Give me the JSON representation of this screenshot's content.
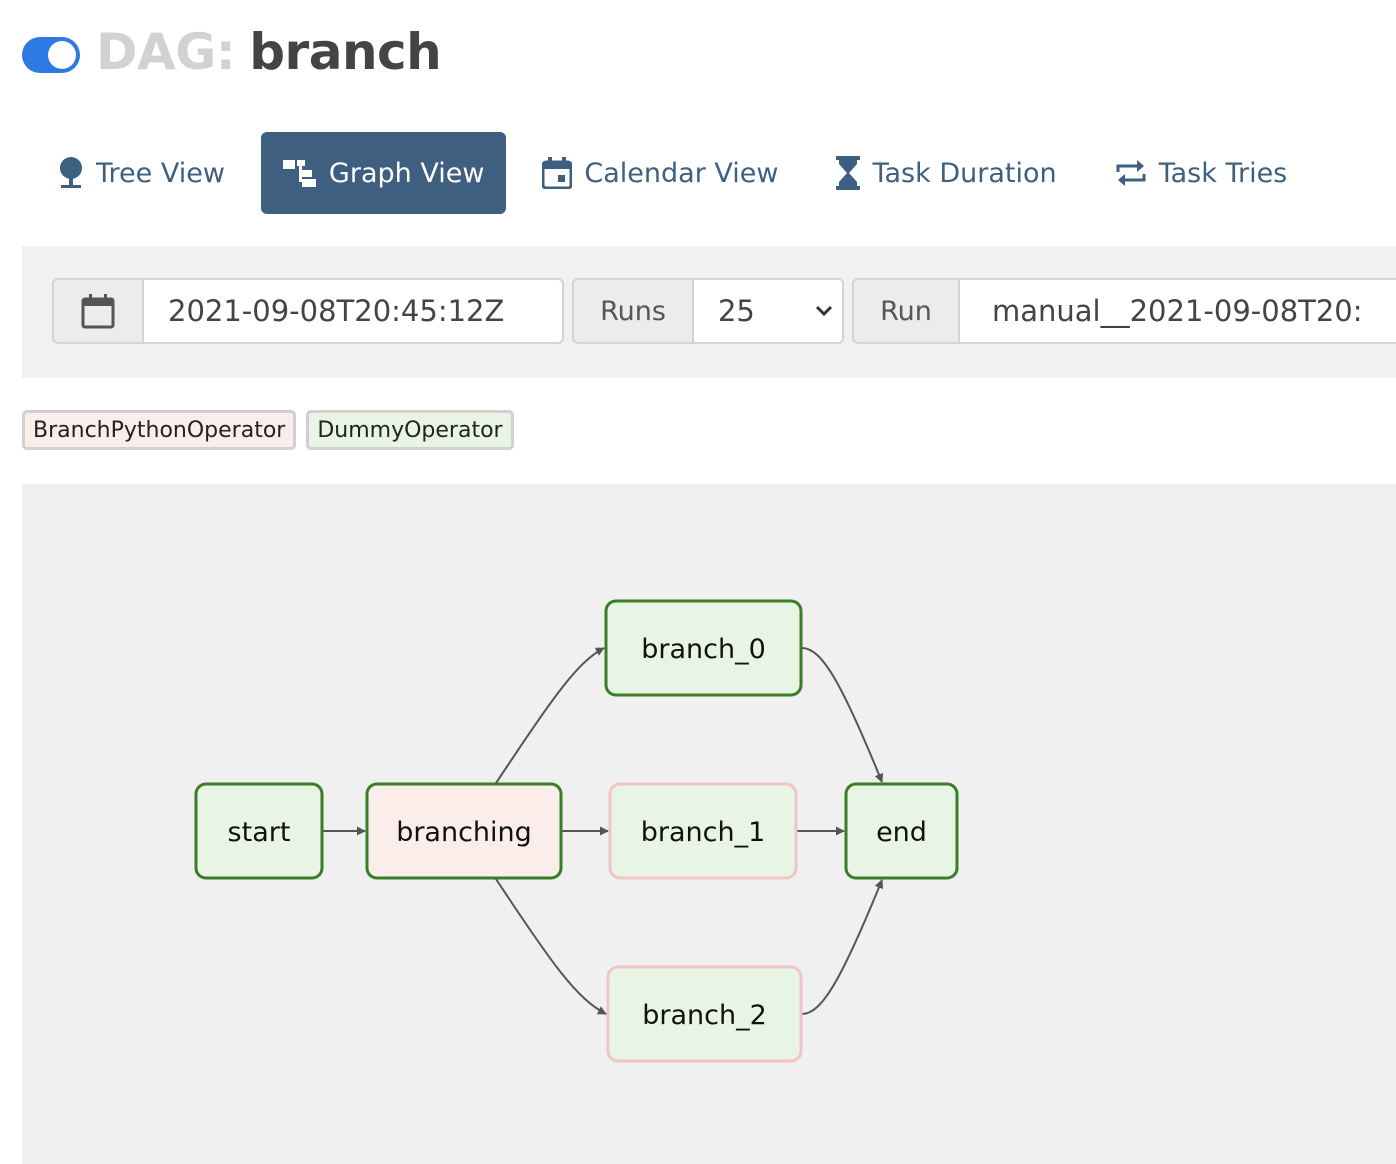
{
  "header": {
    "toggle_on": true,
    "title_prefix": "DAG:",
    "dag_name": "branch",
    "accent_color": "#2d7ae5"
  },
  "tabs": [
    {
      "label": "Tree View",
      "icon": "tree-icon",
      "active": false
    },
    {
      "label": "Graph View",
      "icon": "graph-icon",
      "active": true
    },
    {
      "label": "Calendar View",
      "icon": "calendar-icon",
      "active": false
    },
    {
      "label": "Task Duration",
      "icon": "hourglass-icon",
      "active": false
    },
    {
      "label": "Task Tries",
      "icon": "retry-icon",
      "active": false
    }
  ],
  "toolbar": {
    "base_date": "2021-09-08T20:45:12Z",
    "runs_label": "Runs",
    "runs_value": "25",
    "run_label": "Run",
    "run_value": "manual__2021-09-08T20:"
  },
  "legend": [
    {
      "label": "BranchPythonOperator",
      "color": "#fbeeea"
    },
    {
      "label": "DummyOperator",
      "color": "#e9f5e4"
    }
  ],
  "graph": {
    "nodes": [
      {
        "id": "start",
        "label": "start",
        "fill": "#e9f5e4",
        "border": "#3a7d27"
      },
      {
        "id": "branching",
        "label": "branching",
        "fill": "#fbeeea",
        "border": "#3a7d27"
      },
      {
        "id": "branch_0",
        "label": "branch_0",
        "fill": "#e9f5e4",
        "border": "#3a7d27"
      },
      {
        "id": "branch_1",
        "label": "branch_1",
        "fill": "#e9f5e4",
        "border": "#f2c3c8"
      },
      {
        "id": "branch_2",
        "label": "branch_2",
        "fill": "#e9f5e4",
        "border": "#f2c3c8"
      },
      {
        "id": "end",
        "label": "end",
        "fill": "#e9f5e4",
        "border": "#3a7d27"
      }
    ],
    "edges": [
      [
        "start",
        "branching"
      ],
      [
        "branching",
        "branch_0"
      ],
      [
        "branching",
        "branch_1"
      ],
      [
        "branching",
        "branch_2"
      ],
      [
        "branch_0",
        "end"
      ],
      [
        "branch_1",
        "end"
      ],
      [
        "branch_2",
        "end"
      ]
    ]
  }
}
